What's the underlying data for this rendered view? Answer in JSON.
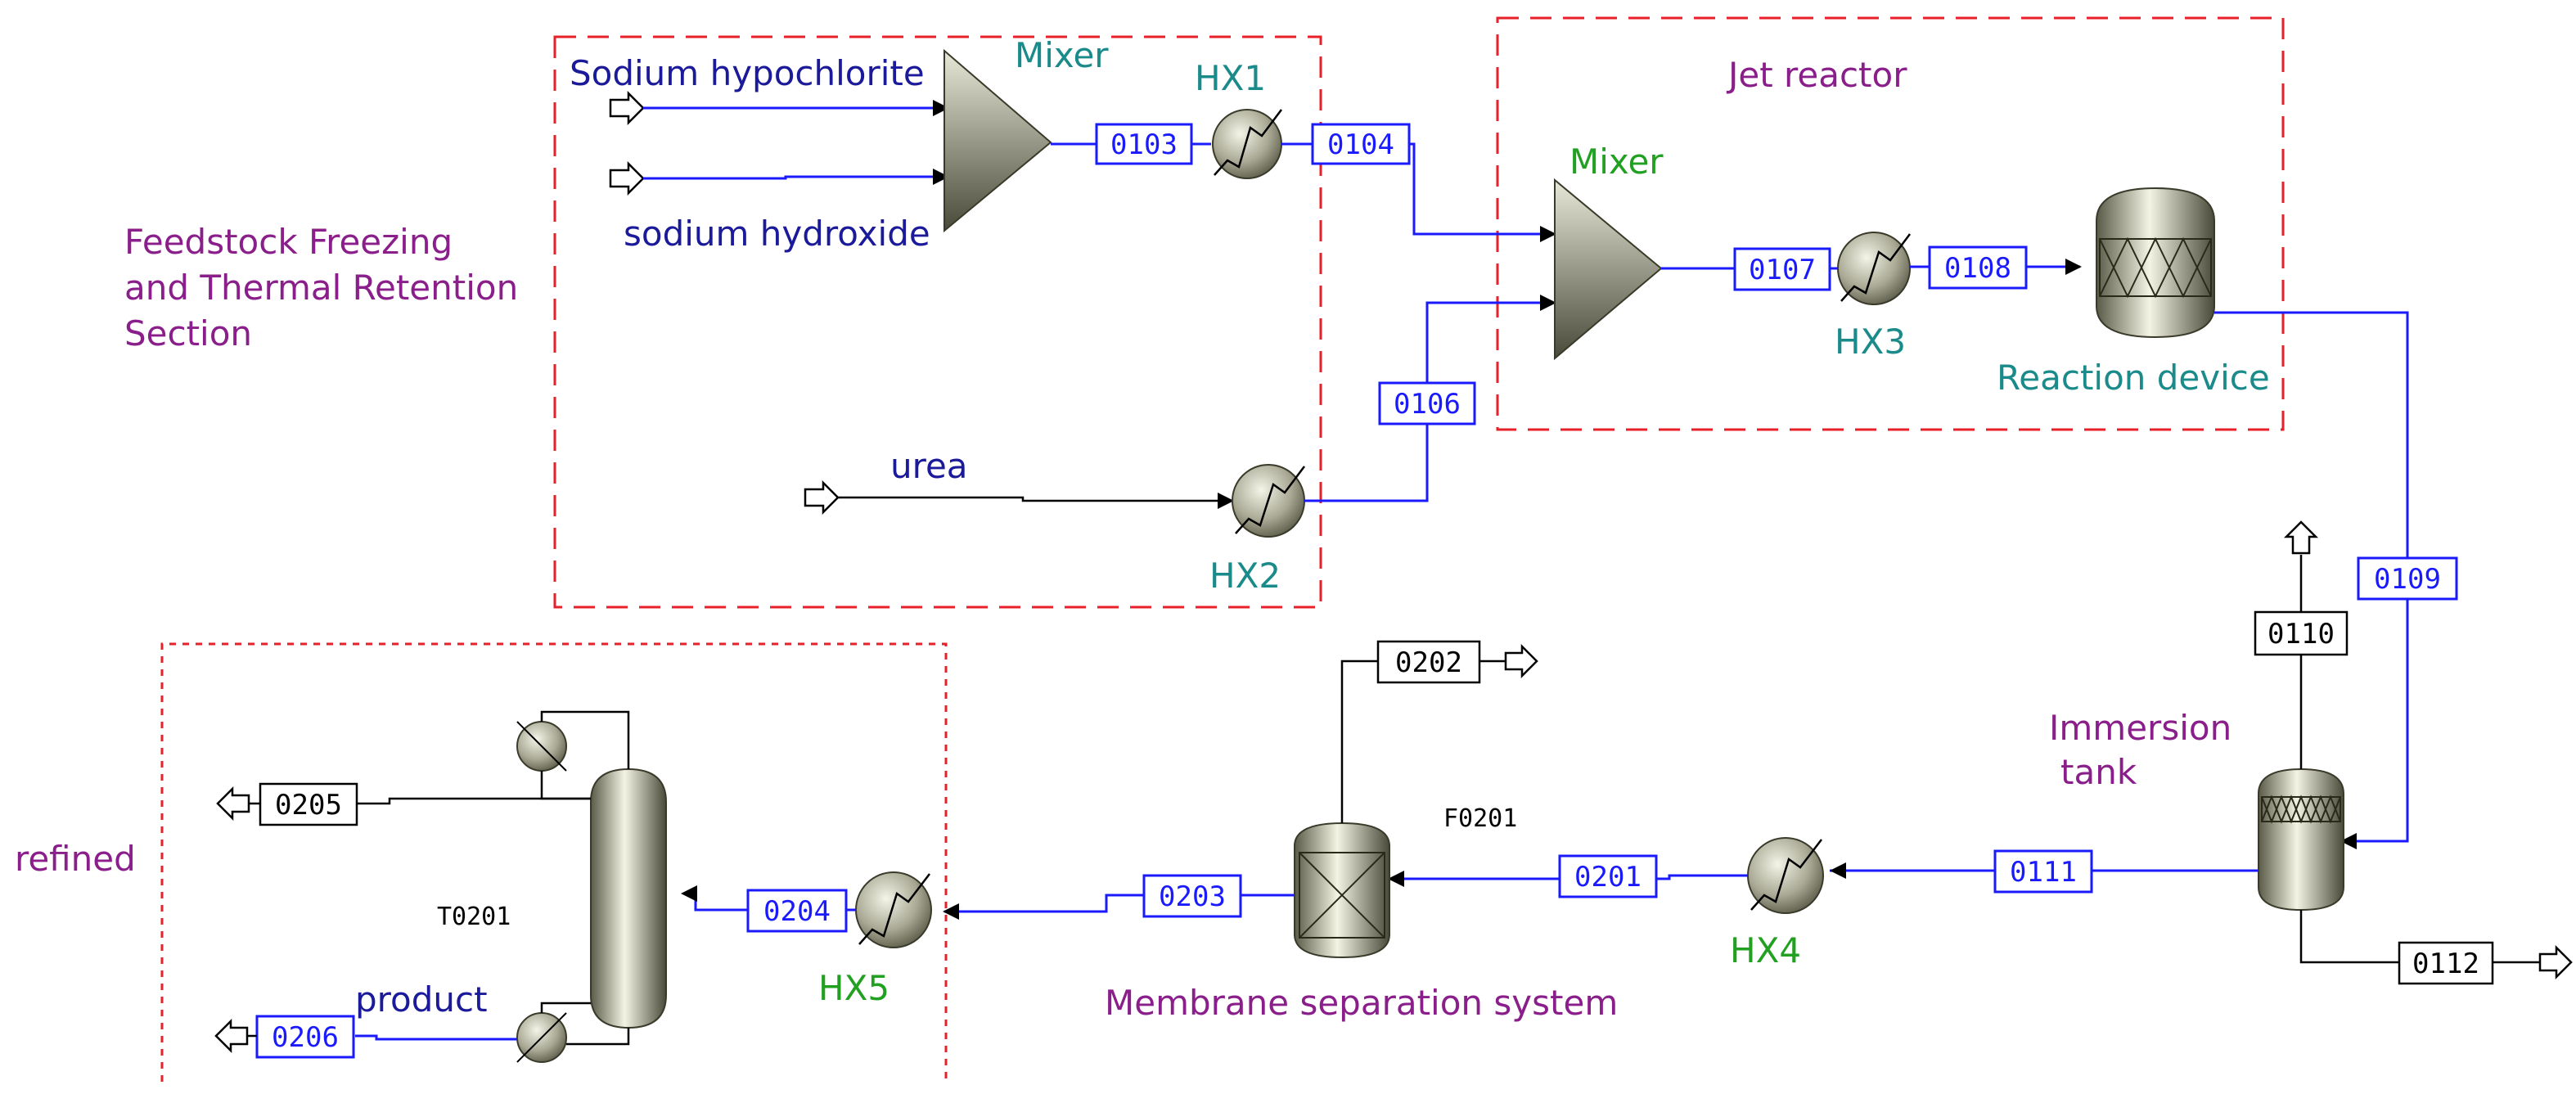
{
  "colors": {
    "blue_line": "#1a1aff",
    "black_line": "#000000",
    "section_red": "#e8202a",
    "purple_text": "#8a1e8a",
    "teal_text": "#1a8a8a",
    "green_text": "#22a022",
    "navy_text": "#1a1a9a"
  },
  "sections": {
    "feedstock": "Feedstock Freezing\nand Thermal Retention\nSection",
    "jet_reactor": "Jet reactor",
    "refined": "refined",
    "membrane": "Membrane separation system",
    "immersion": "Immersion\n tank"
  },
  "feeds": {
    "hypochlorite": "Sodium hypochlorite",
    "hydroxide": "sodium hydroxide",
    "urea": "urea",
    "product": "product"
  },
  "units": {
    "mixer1": "Mixer",
    "mixer2": "Mixer",
    "hx1": "HX1",
    "hx2": "HX2",
    "hx3": "HX3",
    "hx4": "HX4",
    "hx5": "HX5",
    "reactor": "Reaction device",
    "f0201": "F0201",
    "t0201": "T0201"
  },
  "streams": {
    "s0103": "0103",
    "s0104": "0104",
    "s0106": "0106",
    "s0107": "0107",
    "s0108": "0108",
    "s0109": "0109",
    "s0110": "0110",
    "s0111": "0111",
    "s0112": "0112",
    "s0201": "0201",
    "s0202": "0202",
    "s0203": "0203",
    "s0204": "0204",
    "s0205": "0205",
    "s0206": "0206"
  }
}
